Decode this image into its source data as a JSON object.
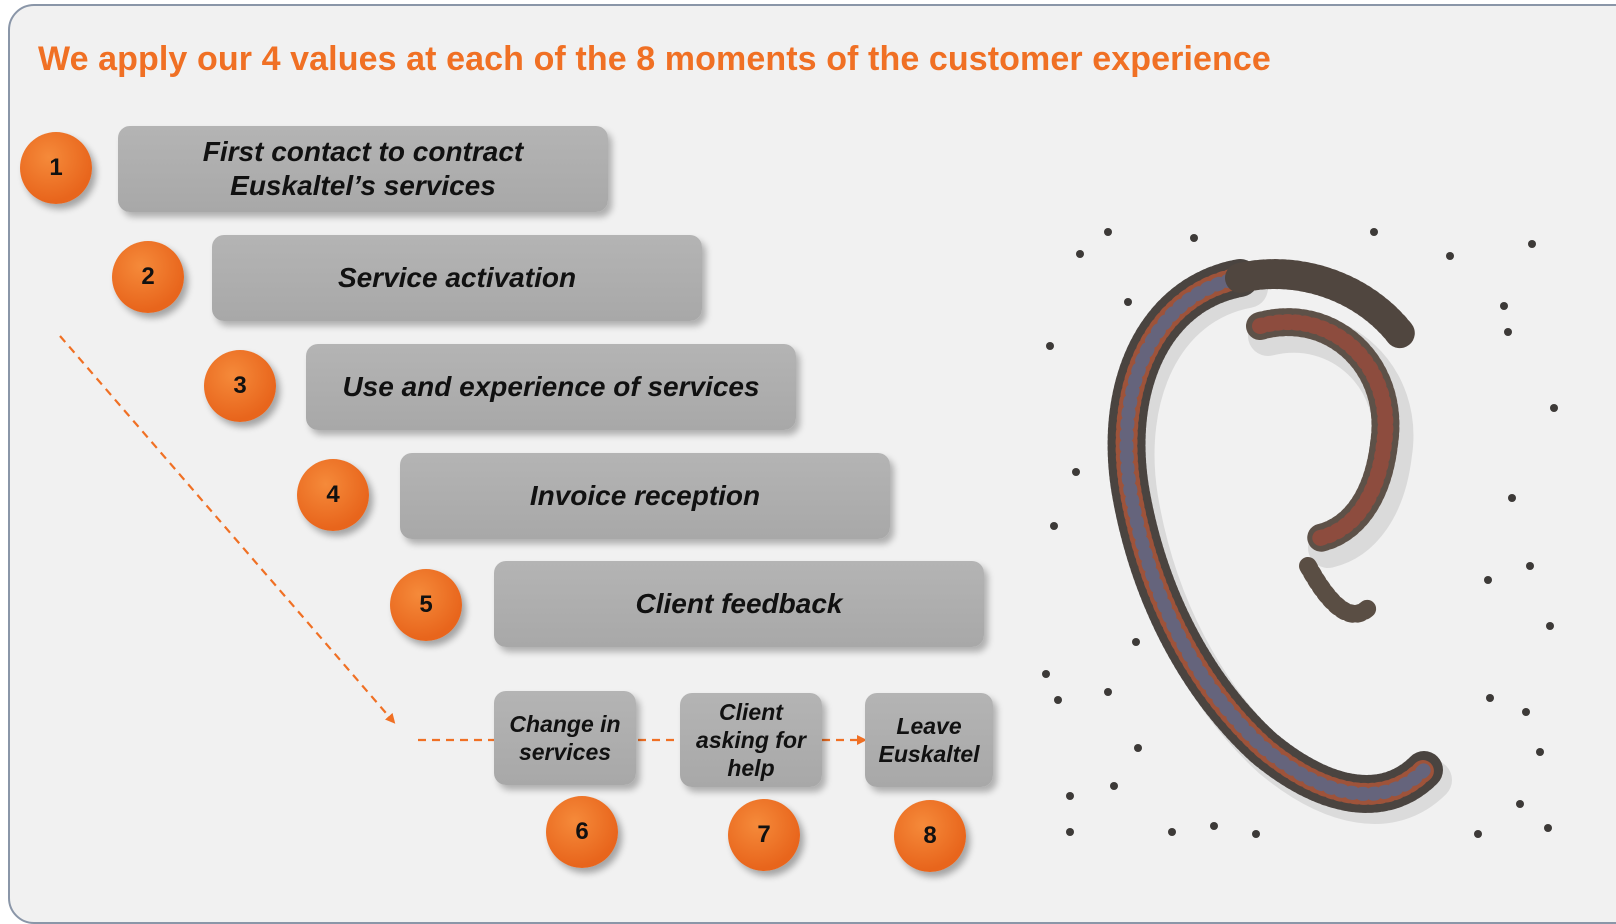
{
  "title": "We apply our 4 values at each of the 8 moments of the customer experience",
  "steps": [
    {
      "number": "1",
      "line1": "First contact to contract",
      "line2": "Euskaltel’s services"
    },
    {
      "number": "2",
      "label": "Service activation"
    },
    {
      "number": "3",
      "label": "Use and experience of services"
    },
    {
      "number": "4",
      "label": "Invoice reception"
    },
    {
      "number": "5",
      "label": "Client feedback"
    },
    {
      "number": "6",
      "line1": "Change in",
      "line2": "services"
    },
    {
      "number": "7",
      "line1": "Client",
      "line2": "asking for",
      "line3": "help"
    },
    {
      "number": "8",
      "line1": "Leave",
      "line2": "Euskaltel"
    }
  ],
  "colors": {
    "accent": "#f07024",
    "badge": "#e8651c",
    "box": "#adadad",
    "background": "#f1f1f1",
    "border": "#8a96a8"
  },
  "image": {
    "description_icon": "crowd-forming-letter-e-icon"
  }
}
